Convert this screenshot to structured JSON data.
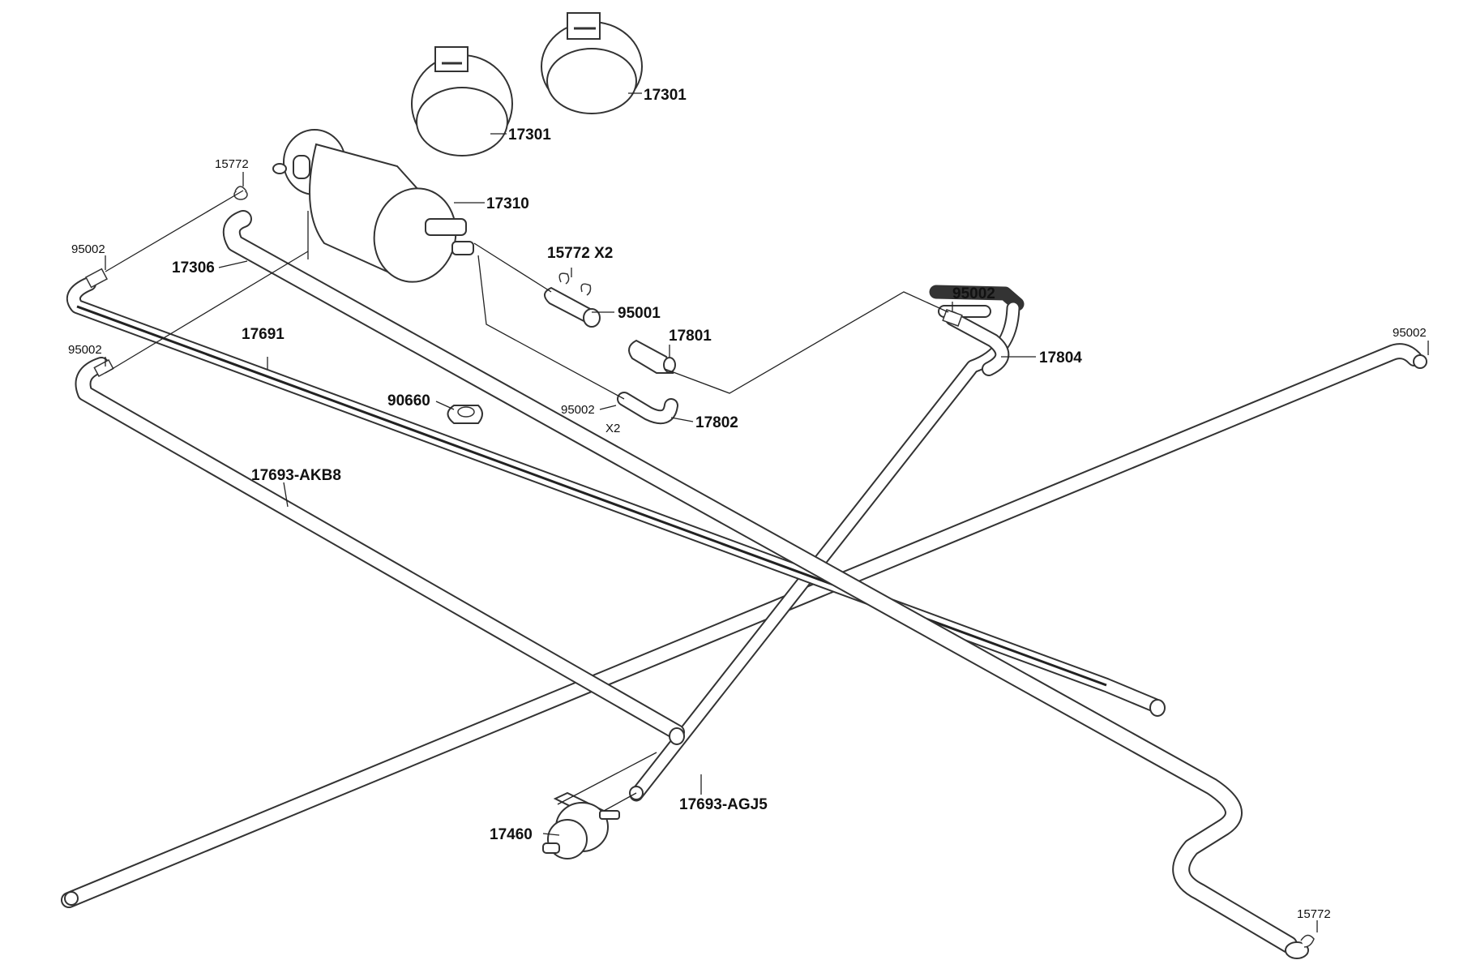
{
  "callouts": {
    "clamp_top_left": "17301",
    "clamp_top_right": "17301",
    "filter": "17310",
    "hose_17306": "17306",
    "clip_top_left": "15772",
    "clip_pair": "15772 X2",
    "hose_clip_left_upper": "95002",
    "hose_clip_left_lower": "95002",
    "hose_clip_mid_right": "95002",
    "hose_clip_far_right": "95002",
    "hose_clip_small": "95002",
    "x2_mark": "X2",
    "fitting_95001": "95001",
    "fitting_17801": "17801",
    "hose_17802": "17802",
    "hose_17804": "17804",
    "hose_17691": "17691",
    "clamp_90660": "90660",
    "hose_akb8": "17693-AKB8",
    "hose_agj5": "17693-AGJ5",
    "valve": "17460",
    "clip_bottom_right": "15772"
  }
}
